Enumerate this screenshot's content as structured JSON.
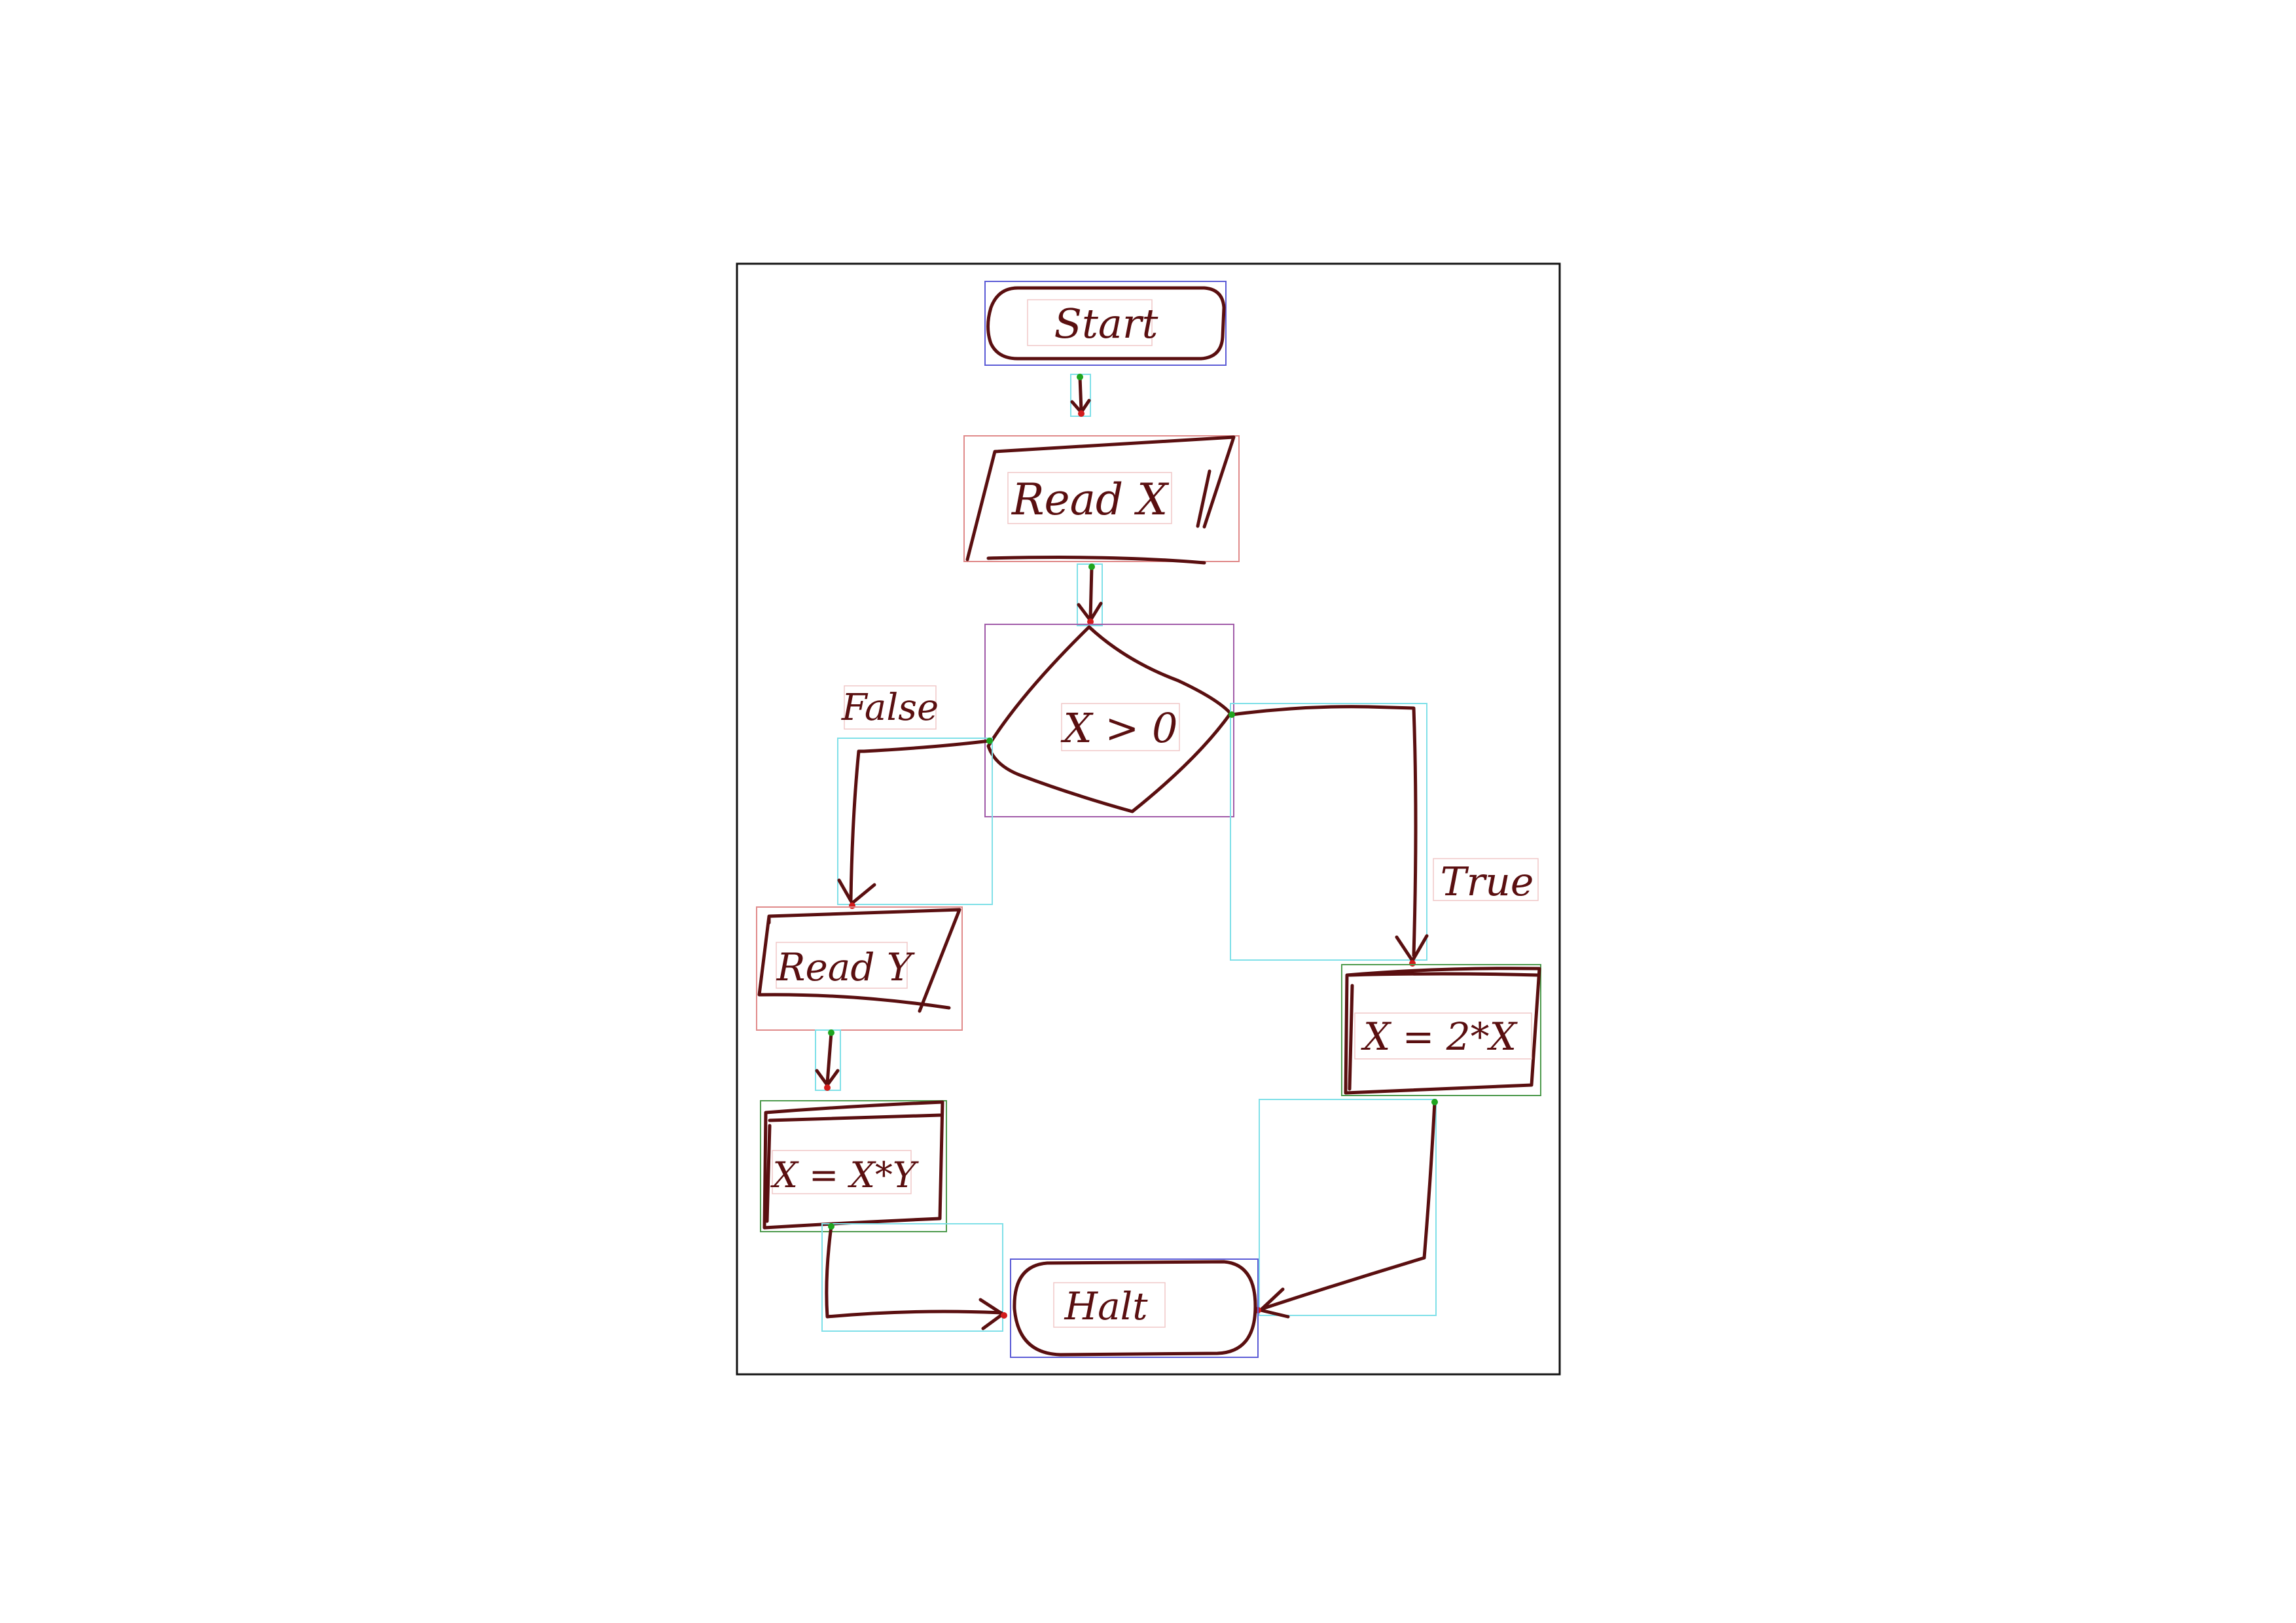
{
  "diagram": {
    "type": "flowchart",
    "nodes": [
      {
        "id": "start",
        "shape": "terminal",
        "label": "Start"
      },
      {
        "id": "read-x",
        "shape": "input-output",
        "label": "Read X"
      },
      {
        "id": "decision",
        "shape": "decision",
        "label": "X > 0"
      },
      {
        "id": "read-y",
        "shape": "input-output",
        "label": "Read Y"
      },
      {
        "id": "assign-xy",
        "shape": "process",
        "label": "X = X*Y"
      },
      {
        "id": "assign-2x",
        "shape": "process",
        "label": "X = 2*X"
      },
      {
        "id": "halt",
        "shape": "terminal",
        "label": "Halt"
      }
    ],
    "edges": [
      {
        "from": "start",
        "to": "read-x",
        "label": ""
      },
      {
        "from": "read-x",
        "to": "decision",
        "label": ""
      },
      {
        "from": "decision",
        "to": "read-y",
        "label": "False"
      },
      {
        "from": "decision",
        "to": "assign-2x",
        "label": "True"
      },
      {
        "from": "read-y",
        "to": "assign-xy",
        "label": ""
      },
      {
        "from": "assign-xy",
        "to": "halt",
        "label": ""
      },
      {
        "from": "assign-2x",
        "to": "halt",
        "label": ""
      }
    ]
  },
  "colors": {
    "ink": "#5a0f10",
    "frame": "#111111",
    "annotation_terminal": "#5b5bd6",
    "annotation_io": "#e08a8a",
    "annotation_decision": "#a05aa8",
    "annotation_process": "#4c9a4c",
    "annotation_arrow": "#7fe0e8"
  }
}
